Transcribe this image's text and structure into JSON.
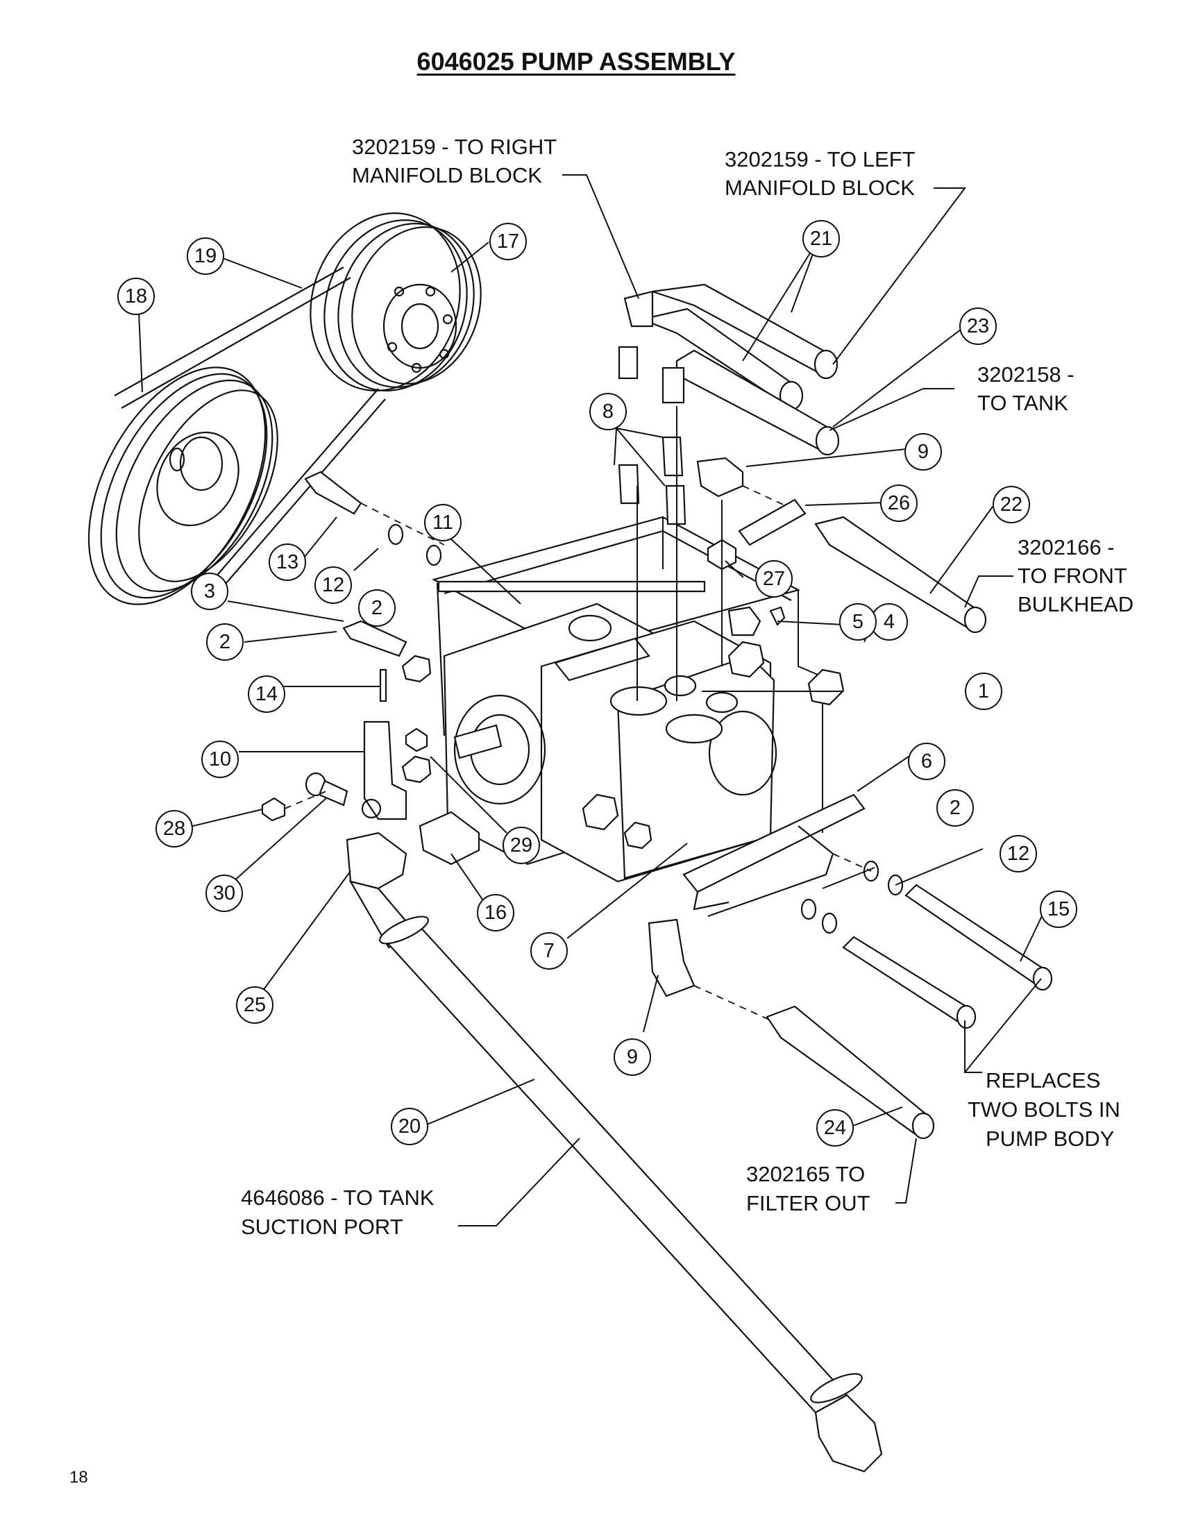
{
  "title": "6046025 PUMP ASSEMBLY",
  "page_number": "18",
  "callouts": {
    "b1": "1",
    "b2a": "2",
    "b2b": "2",
    "b2c": "2",
    "b3": "3",
    "b4": "4",
    "b5": "5",
    "b6": "6",
    "b7": "7",
    "b8": "8",
    "b9a": "9",
    "b9b": "9",
    "b10": "10",
    "b11": "11",
    "b12a": "12",
    "b12b": "12",
    "b13": "13",
    "b14": "14",
    "b15": "15",
    "b16": "16",
    "b17": "17",
    "b18": "18",
    "b19": "19",
    "b20": "20",
    "b21": "21",
    "b22": "22",
    "b23": "23",
    "b24": "24",
    "b25": "25",
    "b26": "26",
    "b27": "27",
    "b28": "28",
    "b29": "29",
    "b30": "30"
  },
  "notes": {
    "right_manifold": [
      "3202159 - TO RIGHT",
      "MANIFOLD BLOCK"
    ],
    "left_manifold": [
      "3202159 - TO LEFT",
      "MANIFOLD BLOCK"
    ],
    "to_tank": [
      "3202158 -",
      "TO TANK"
    ],
    "front_bulkhead": [
      "3202166 -",
      "TO FRONT",
      "BULKHEAD"
    ],
    "replaces": [
      "REPLACES",
      "TWO BOLTS IN",
      "PUMP BODY"
    ],
    "filter_out": [
      "3202165 TO",
      "FILTER OUT"
    ],
    "suction": [
      "4646086 - TO TANK",
      "SUCTION PORT"
    ]
  }
}
